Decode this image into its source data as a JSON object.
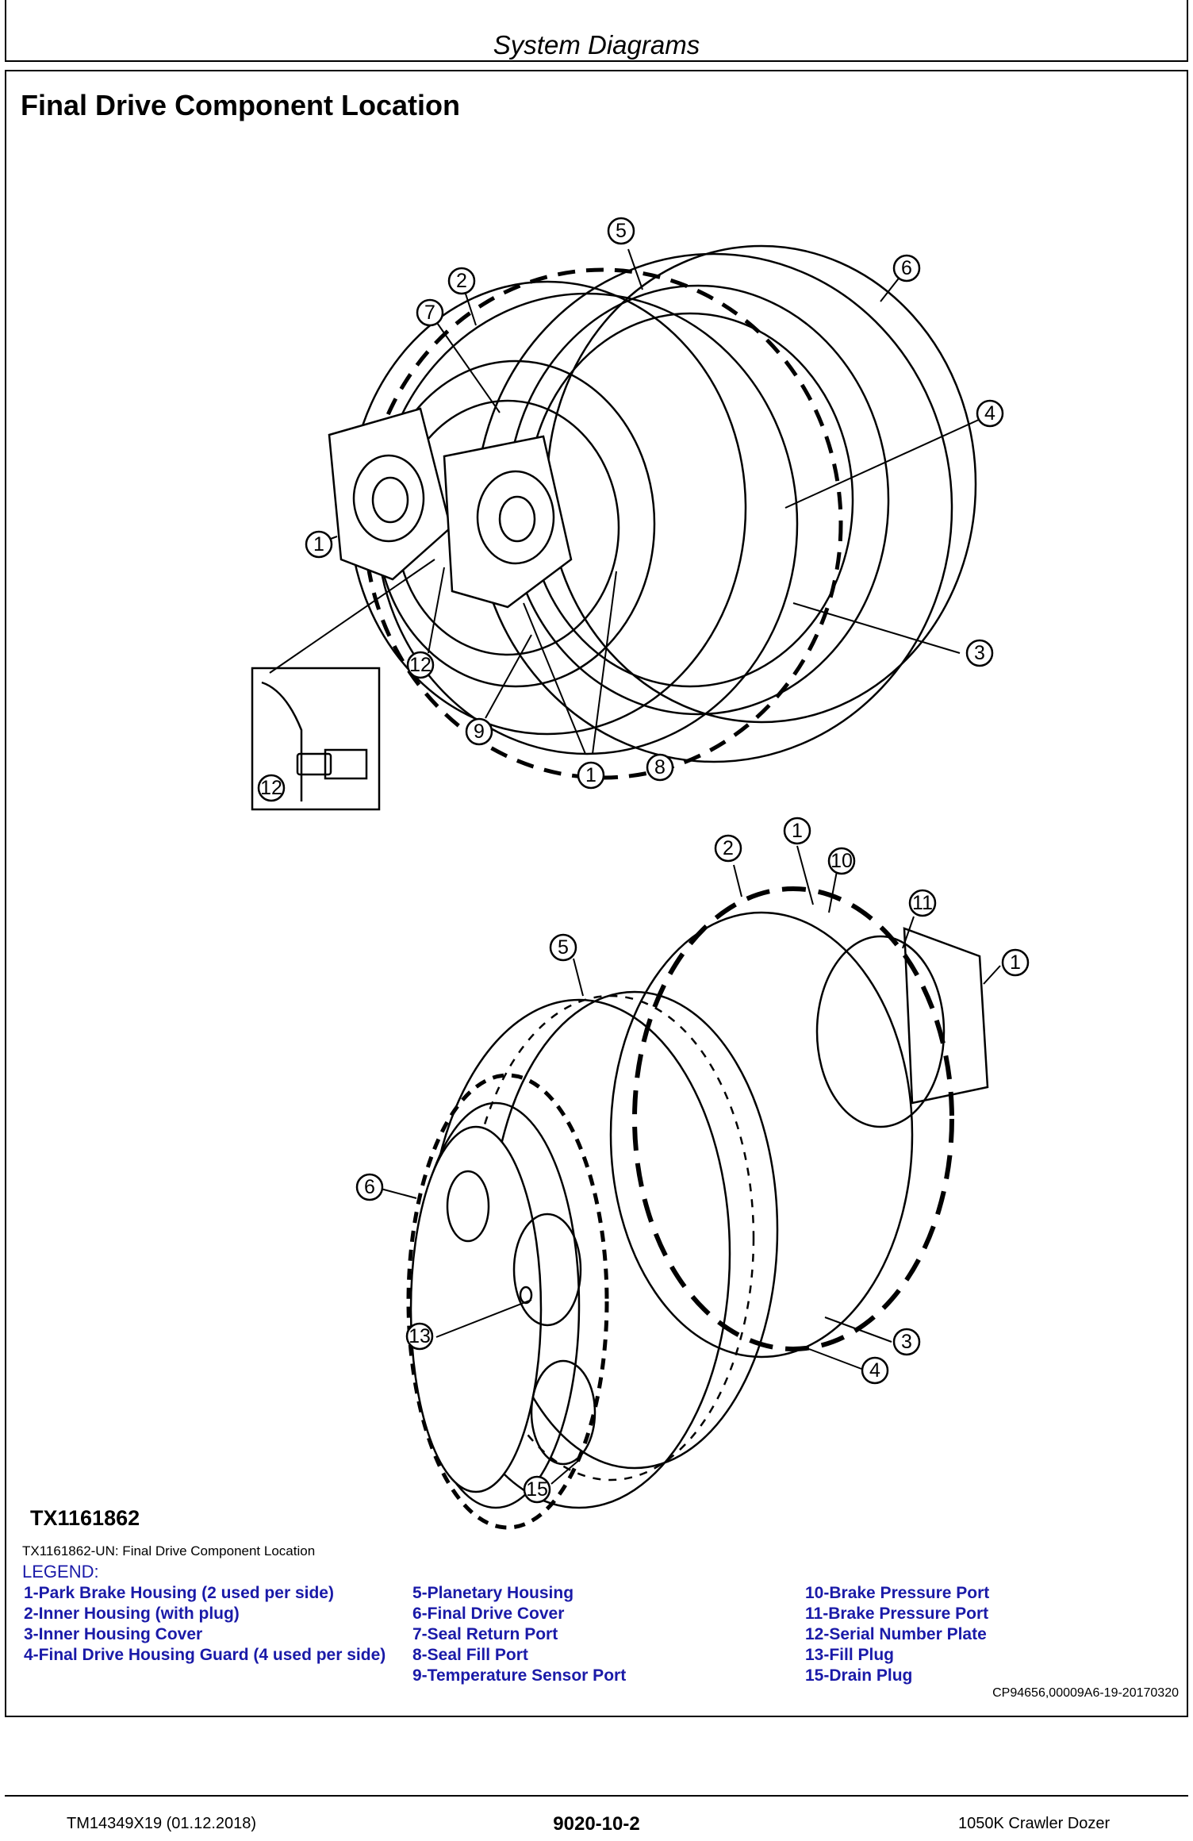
{
  "header": {
    "section": "System Diagrams"
  },
  "title": "Final Drive Component Location",
  "figure": {
    "id": "TX1161862",
    "caption": "TX1161862-UN: Final Drive Component Location",
    "callouts_top": [
      "1",
      "2",
      "3",
      "4",
      "5",
      "6",
      "7",
      "8",
      "9",
      "12",
      "1",
      "12"
    ],
    "callouts_bottom": [
      "1",
      "2",
      "3",
      "4",
      "5",
      "6",
      "10",
      "11",
      "1",
      "13",
      "15"
    ]
  },
  "legend": {
    "title": "LEGEND:",
    "col1": [
      "1-Park Brake Housing (2 used per side)",
      "2-Inner Housing (with plug)",
      "3-Inner Housing Cover",
      "4-Final Drive Housing Guard (4 used per side)"
    ],
    "col2": [
      "5-Planetary Housing",
      "6-Final Drive Cover",
      "7-Seal Return Port",
      "8-Seal Fill Port",
      "9-Temperature Sensor Port"
    ],
    "col3": [
      "10-Brake Pressure Port",
      "11-Brake Pressure Port",
      "12-Serial Number Plate",
      "13-Fill Plug",
      "15-Drain Plug"
    ]
  },
  "doc_code": "CP94656,00009A6-19-20170320",
  "footer": {
    "left": "TM14349X19 (01.12.2018)",
    "center": "9020-10-2",
    "right": "1050K Crawler Dozer"
  }
}
